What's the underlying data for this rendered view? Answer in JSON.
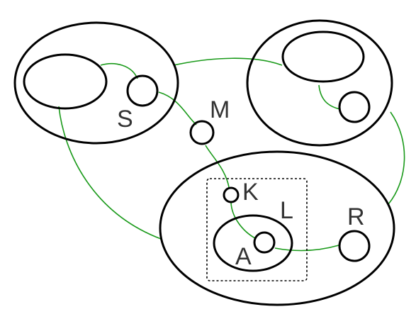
{
  "diagram": {
    "labels": {
      "S": "S",
      "M": "M",
      "K": "K",
      "L": "L",
      "R": "R",
      "A": "A"
    },
    "colors": {
      "stroke": "#000000",
      "edge": "#1a9a1a",
      "text": "#333333"
    }
  }
}
